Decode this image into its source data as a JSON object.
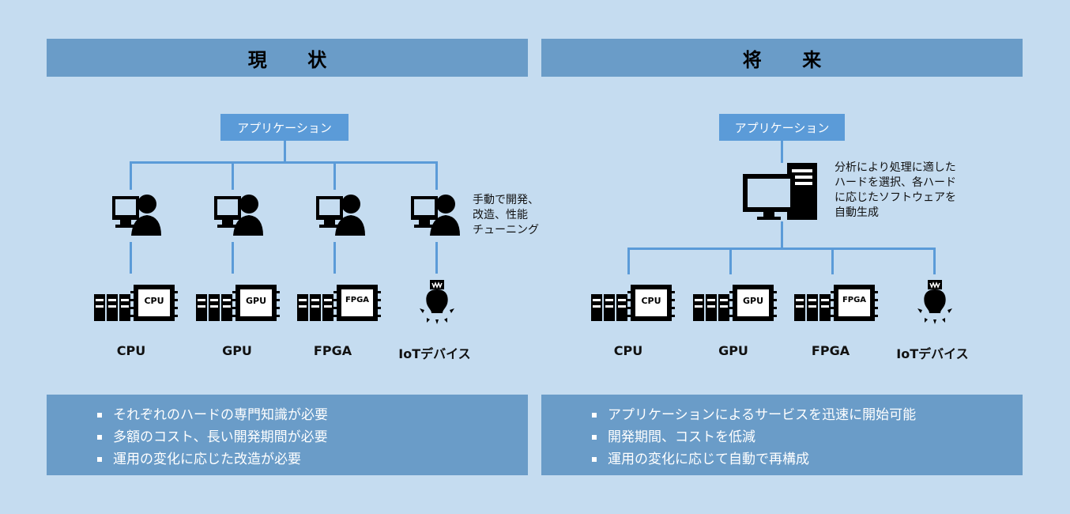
{
  "left": {
    "title": "現 状",
    "app_label": "アプリケーション",
    "note_lines": [
      "手動で開発、",
      "改造、性能",
      "チューニング"
    ],
    "hardware": [
      {
        "chip": "CPU",
        "label": "CPU"
      },
      {
        "chip": "GPU",
        "label": "GPU"
      },
      {
        "chip": "FPGA",
        "label": "FPGA"
      },
      {
        "chip": "",
        "label": "IoTデバイス"
      }
    ],
    "summary": [
      "それぞれのハードの専門知識が必要",
      "多額のコスト、長い開発期間が必要",
      "運用の変化に応じた改造が必要"
    ]
  },
  "right": {
    "title": "将 来",
    "app_label": "アプリケーション",
    "note_lines": [
      "分析により処理に適した",
      "ハードを選択、各ハード",
      "に応じたソフトウェアを",
      "自動生成"
    ],
    "hardware": [
      {
        "chip": "CPU",
        "label": "CPU"
      },
      {
        "chip": "GPU",
        "label": "GPU"
      },
      {
        "chip": "FPGA",
        "label": "FPGA"
      },
      {
        "chip": "",
        "label": "IoTデバイス"
      }
    ],
    "summary": [
      "アプリケーションによるサービスを迅速に開始可能",
      "開発期間、コストを低減",
      "運用の変化に応じて自動で再構成"
    ]
  },
  "colors": {
    "background": "#c5dcf0",
    "header": "#6a9cc8",
    "accent": "#5b9bd8"
  }
}
